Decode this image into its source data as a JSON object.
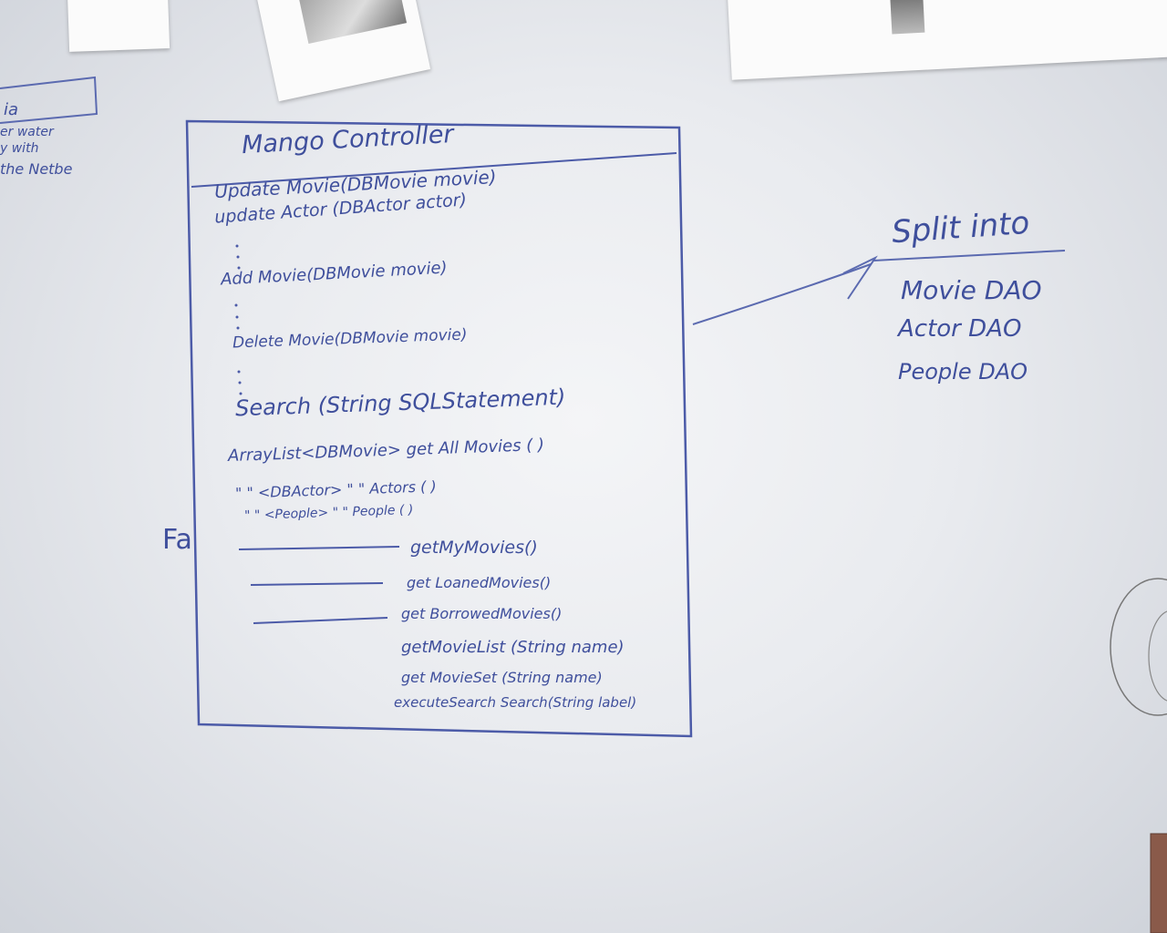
{
  "uml": {
    "title": "Mango Controller",
    "methods": [
      "Update Movie(DBMovie movie)",
      "update Actor (DBActor actor)",
      "Add Movie(DBMovie movie)",
      "Delete Movie(DBMovie movie)",
      "Search (String SQLStatement)",
      "ArrayList<DBMovie> get All Movies ( )",
      "\"  \" <DBActor> \"  \"  Actors ( )",
      "\"  \" <People> \"  \"  People ( )",
      "getMyMovies()",
      "get LoanedMovies()",
      "get BorrowedMovies()",
      "getMovieList (String name)",
      "get MovieSet (String name)",
      "executeSearch Search(String label)"
    ],
    "side_mark": "Fa"
  },
  "split": {
    "heading": "Split into",
    "items": [
      "Movie DAO",
      "Actor DAO",
      "People DAO"
    ]
  },
  "left_note": {
    "lines": [
      "ia",
      "er water",
      "y with",
      "the Netbe"
    ]
  }
}
